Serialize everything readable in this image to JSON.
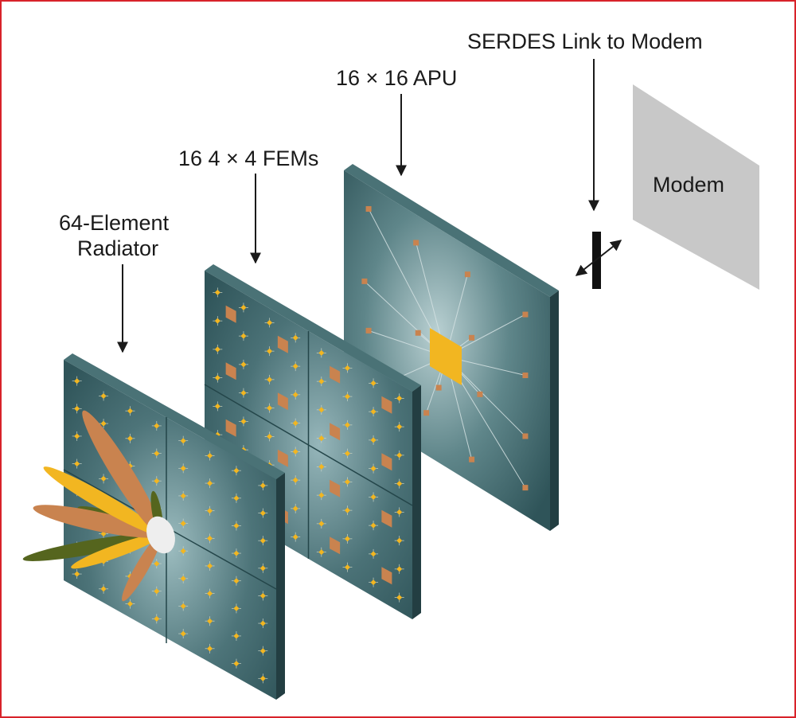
{
  "labels": {
    "radiator_line1": "64-Element",
    "radiator_line2": "Radiator",
    "fems": "16 4 × 4 FEMs",
    "apu": "16 × 16 APU",
    "serdes": "SERDES Link to Modem",
    "modem": "Modem"
  },
  "colors": {
    "border": "#d8232a",
    "panel_center": "#8fb0b4",
    "panel_edge": "#2f5459",
    "panel_side": "#233e42",
    "panel_top": "#4a7276",
    "element": "#f2b621",
    "chip": "#c9834f",
    "apu_chip": "#f2b621",
    "modem": "#c8c8c8",
    "beam_gold": "#f2b621",
    "beam_copper": "#c9834f",
    "beam_olive": "#55651e"
  },
  "icons": [
    "arrow-down-icon",
    "double-arrow-icon",
    "connector-bar-icon",
    "beam-pattern-icon"
  ]
}
